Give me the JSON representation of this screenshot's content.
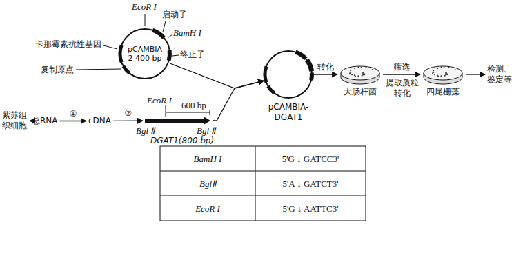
{
  "diagram": {
    "nodes": [
      {
        "text": [
          "pCAMBIA 2 400 bp"
        ]
      },
      {
        "text": [
          "紫苏组 织细胞"
        ]
      },
      {
        "text": [
          "总RNA"
        ]
      },
      {
        "text": [
          "cDNA"
        ]
      },
      {
        "text": [
          "DGAT1(800 bp)"
        ]
      },
      {
        "text": [
          "pCAMBIA- DGAT1"
        ]
      },
      {
        "text": [
          "大肠杆菌"
        ]
      },
      {
        "text": [
          "四尾栅藻"
        ]
      },
      {
        "text": [
          "检测、鉴定等"
        ]
      }
    ],
    "edges": [
      {
        "from": 1,
        "to": 2,
        "arrow": "to"
      },
      {
        "from": 2,
        "to": 3,
        "label": "①",
        "arrow": "to"
      },
      {
        "from": 3,
        "to": 4,
        "label": "②",
        "arrow": "to"
      },
      {
        "from": 0,
        "to": 5,
        "arrow": "to"
      },
      {
        "from": 4,
        "to": 5,
        "arrow": "to"
      },
      {
        "from": 5,
        "to": 6,
        "label": "转化",
        "arrow": "to"
      },
      {
        "from": 6,
        "to": 7,
        "label": "筛选",
        "arrow": "to"
      },
      {
        "from": 7,
        "to": 8,
        "arrow": "to"
      }
    ],
    "labels": [
      "EcoR I",
      "启动子",
      "BamH I",
      "卡那霉素抗性基因",
      "终止子",
      "复制原点",
      "EcoR I",
      "600 bp",
      "Bgl Ⅱ",
      "Bgl Ⅱ",
      "提取质粒",
      "转化",
      "BamH I",
      "5'G ↓ GATCC3'",
      "BglⅡ",
      "5'A ↓ GATCT3'",
      "EcoR I",
      "5'G ↓ AATTC3'"
    ]
  }
}
